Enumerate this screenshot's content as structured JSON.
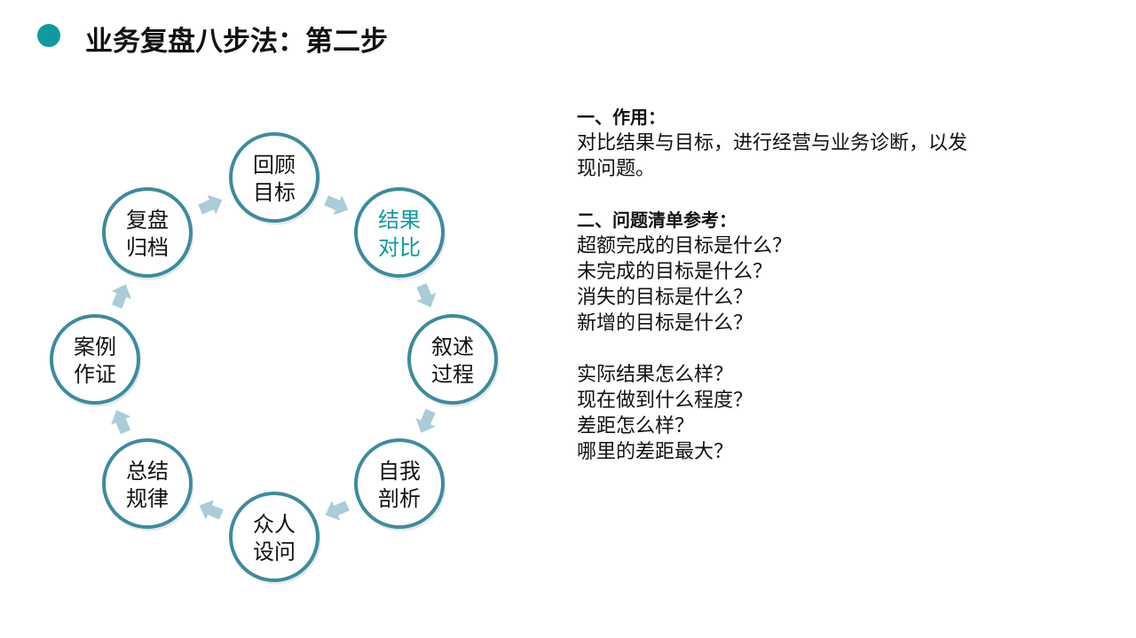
{
  "header": {
    "title": "业务复盘八步法：第二步",
    "dot_color": "#109a9f"
  },
  "cycle": {
    "ring_color": "#3d8b9e",
    "arrow_color": "#a9ccd8",
    "highlight_color": "#109a9f",
    "steps": [
      {
        "line1": "回顾",
        "line2": "目标",
        "highlighted": false
      },
      {
        "line1": "结果",
        "line2": "对比",
        "highlighted": true
      },
      {
        "line1": "叙述",
        "line2": "过程",
        "highlighted": false
      },
      {
        "line1": "自我",
        "line2": "剖析",
        "highlighted": false
      },
      {
        "line1": "众人",
        "line2": "设问",
        "highlighted": false
      },
      {
        "line1": "总结",
        "line2": "规律",
        "highlighted": false
      },
      {
        "line1": "案例",
        "line2": "作证",
        "highlighted": false
      },
      {
        "line1": "复盘",
        "line2": "归档",
        "highlighted": false
      }
    ]
  },
  "panel": {
    "section1_heading": "一、作用：",
    "section1_lines": [
      "对比结果与目标，进行经营与业务诊断，以发",
      "现问题。"
    ],
    "section2_heading": "二、问题清单参考：",
    "questions_a": [
      "超额完成的目标是什么？",
      "未完成的目标是什么？",
      "消失的目标是什么？",
      "新增的目标是什么？"
    ],
    "questions_b": [
      "实际结果怎么样？",
      "现在做到什么程度？",
      "差距怎么样？",
      "哪里的差距最大？"
    ]
  }
}
